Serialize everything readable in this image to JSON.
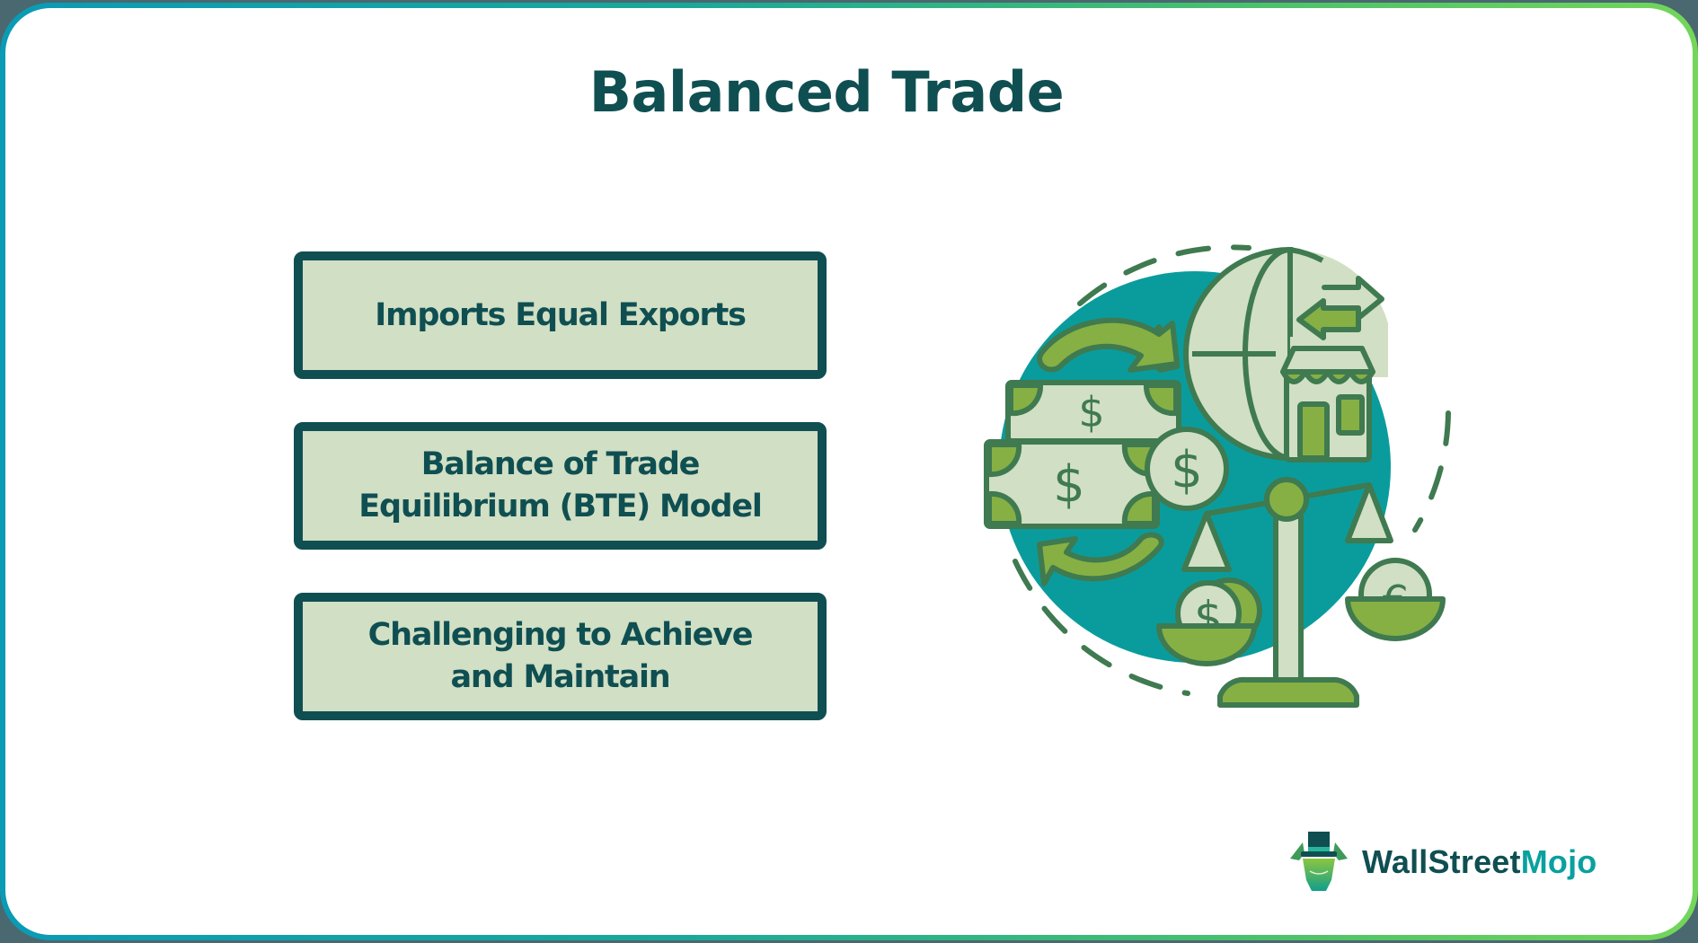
{
  "title": "Balanced Trade",
  "items": [
    {
      "label": "Imports Equal Exports"
    },
    {
      "label": "Balance of Trade\nEquilibrium (BTE) Model"
    },
    {
      "label": "Challenging to Achieve\nand Maintain"
    }
  ],
  "illustration": {
    "name": "balanced-trade-illustration",
    "elements": [
      "globe-icon",
      "store-icon",
      "exchange-arrows-icon",
      "banknotes-icon",
      "dollar-coin-icon",
      "cycle-arrows-icon",
      "balance-scale-icon",
      "euro-coin-icon"
    ]
  },
  "brand": {
    "name_part1": "WallStreet",
    "name_part2": "Mojo"
  },
  "colors": {
    "title": "#0f4f52",
    "box_border": "#0f4f52",
    "box_fill": "#d1dfc4",
    "teal_circle": "#0a9c9c",
    "green_accent": "#86b043",
    "icon_stroke": "#3f7a50",
    "frame_gradient_start": "#0a9bb5",
    "frame_gradient_end": "#74d65a"
  }
}
